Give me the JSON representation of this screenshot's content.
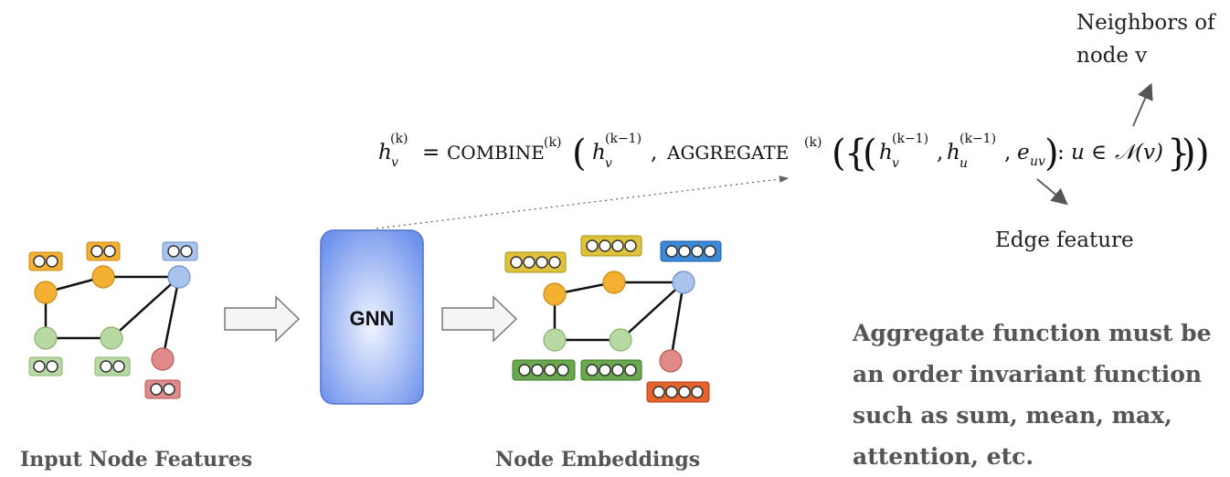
{
  "gnn_label": "GNN",
  "captions": {
    "input": "Input Node Features",
    "output": "Node Embeddings"
  },
  "annotations": {
    "neighbors_line1": "Neighbors of",
    "neighbors_line2": "node v",
    "edge_feature": "Edge feature"
  },
  "note_lines": [
    "Aggregate function must be",
    "an order invariant function",
    "such as sum, mean, max,",
    "attention, etc."
  ],
  "formula": {
    "lhs_base": "h",
    "lhs_sub": "v",
    "lhs_sup": "(k)",
    "equals": "=",
    "combine": "COMBINE",
    "combine_sup": "(k)",
    "h_prev_base": "h",
    "h_prev_sub": "v",
    "h_prev_sup": "(k−1)",
    "comma": ",",
    "aggregate": "AGGREGATE",
    "aggregate_sup": "(k)",
    "hv_base": "h",
    "hv_sub": "v",
    "hv_sup": "(k−1)",
    "hu_base": "h",
    "hu_sub": "u",
    "hu_sup": "(k−1)",
    "e_base": "e",
    "e_sub": "uv",
    "colon": ":",
    "u": "u",
    "in": "∈",
    "neighborhood": "𝒩(v)"
  },
  "colors": {
    "orange_node": "#f4b030",
    "green_node": "#b8d9a4",
    "blue_node": "#a9c3ec",
    "red_node": "#e08a8a",
    "gnn_box_top": "#7d9ef0",
    "gnn_box_center": "#e0e8ff",
    "caption_gray": "#555555"
  }
}
